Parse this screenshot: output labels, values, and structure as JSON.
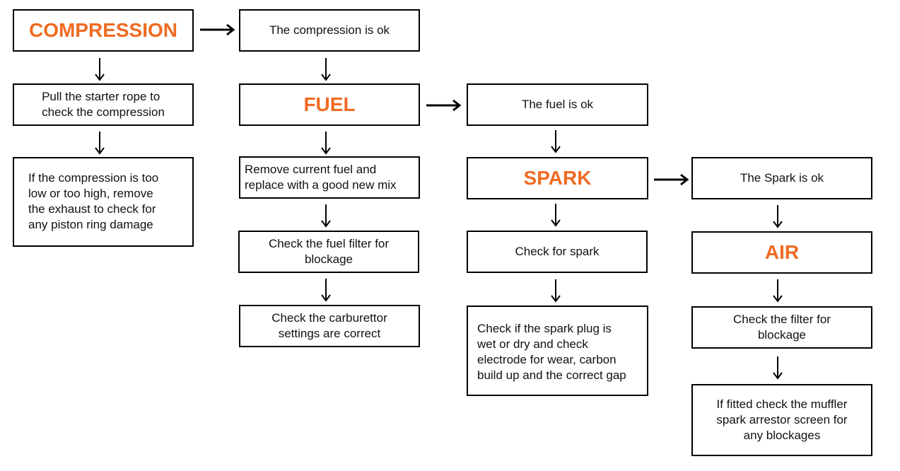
{
  "accent_color": "#ef6b23",
  "columns": [
    {
      "heading": "COMPRESSION",
      "steps": [
        "Pull the starter rope to\ncheck the compression",
        "If the compression is too\nlow or too high, remove\nthe exhaust to check for\nany piston ring damage"
      ]
    },
    {
      "ok_text": "The compression is ok",
      "heading": "FUEL",
      "steps": [
        "Remove current fuel and\nreplace with a good new mix",
        "Check the fuel filter for\n  blockage",
        "Check the carburettor\nsettings are correct"
      ]
    },
    {
      "ok_text": "The fuel is ok",
      "heading": "SPARK",
      "steps": [
        "Check for spark",
        "Check if the spark plug is\nwet or dry and check\nelectrode for wear, carbon\nbuild up and the correct gap"
      ]
    },
    {
      "ok_text": "The Spark is ok",
      "heading": "AIR",
      "steps": [
        "Check the filter for\nblockage",
        "If fitted check the muffler\nspark arrestor screen for\n  any blockages"
      ]
    }
  ]
}
